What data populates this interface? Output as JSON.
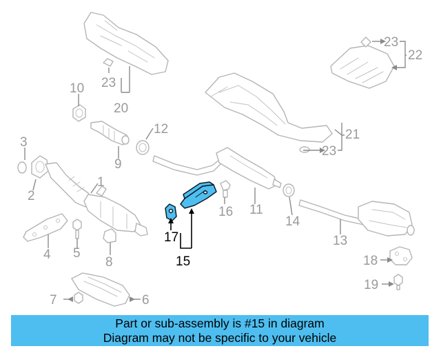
{
  "diagram": {
    "callouts": {
      "c1": "1",
      "c2": "2",
      "c3": "3",
      "c4": "4",
      "c5": "5",
      "c6": "6",
      "c7": "7",
      "c8": "8",
      "c9": "9",
      "c10": "10",
      "c11": "11",
      "c12": "12",
      "c13": "13",
      "c14": "14",
      "c15": "15",
      "c16": "16",
      "c17": "17",
      "c18": "18",
      "c19": "19",
      "c20": "20",
      "c21": "21",
      "c22": "22",
      "c23a": "23",
      "c23b": "23",
      "c23c": "23"
    },
    "highlight_color": "#4ebef0",
    "highlighted_part": "15"
  },
  "footer": {
    "line1": "Part or sub-assembly is #15 in diagram",
    "line2": "Diagram may not be specific to your vehicle",
    "background": "#4ebef0"
  }
}
